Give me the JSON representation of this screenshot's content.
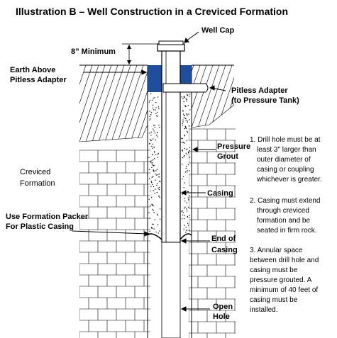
{
  "title": "Illustration B – Well Construction in a Creviced Formation",
  "labels": {
    "well_cap": "Well Cap",
    "eight_min": "8” Minimum",
    "earth_above_1": "Earth Above",
    "earth_above_2": "Pitless Adapter",
    "pitless_1": "Pitless Adapter",
    "pitless_2": "(to Pressure Tank)",
    "pressure_1": "Pressure",
    "pressure_2": "Grout",
    "creviced_1": "Creviced",
    "creviced_2": "Formation",
    "casing": "Casing",
    "packer_1": "Use Formation Packer",
    "packer_2": "For Plastic Casing",
    "end_1": "End of",
    "end_2": "Casing",
    "open_1": "Open",
    "open_2": "Hole"
  },
  "notes": {
    "n1": [
      "1. Drill hole must be at",
      "least 3\" larger than",
      "outer diameter of",
      "casing or coupling",
      "whichever is greater."
    ],
    "n2": [
      "2. Casing must extend",
      "through creviced",
      "formation and be",
      "seated in firm rock."
    ],
    "n3": [
      "3.  Annular space",
      "between drill hole and",
      "casing must be",
      "pressure grouted.  A",
      "minimum of 40 feet of",
      "casing must be",
      "installed."
    ]
  },
  "colors": {
    "adapter_blue": "#1f4e9c",
    "grout_fill": "#ffffff",
    "line": "#000000"
  }
}
